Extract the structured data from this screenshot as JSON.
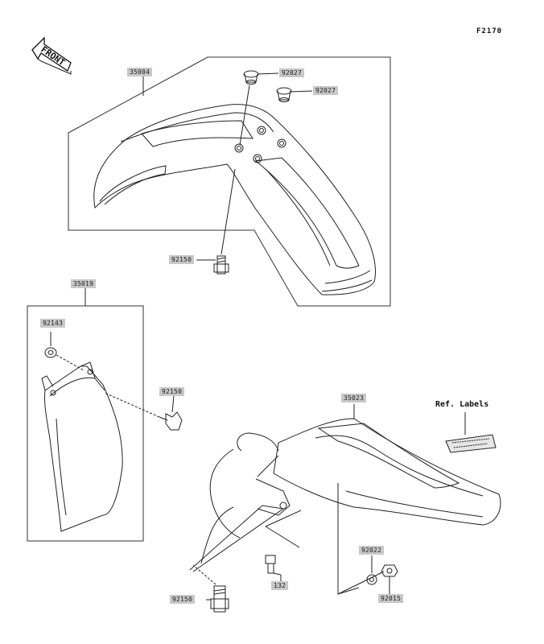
{
  "figure_id": "F2170",
  "front_label": "FRONT",
  "ref_labels": "Ref. Labels",
  "parts": [
    {
      "key": "p35004",
      "number": "35004"
    },
    {
      "key": "p92027a",
      "number": "92027"
    },
    {
      "key": "p92027b",
      "number": "92027"
    },
    {
      "key": "p92150a",
      "number": "92150"
    },
    {
      "key": "p35019",
      "number": "35019"
    },
    {
      "key": "p92143",
      "number": "92143"
    },
    {
      "key": "p92150b",
      "number": "92150"
    },
    {
      "key": "p35023",
      "number": "35023"
    },
    {
      "key": "p92022",
      "number": "92022"
    },
    {
      "key": "p132",
      "number": "132"
    },
    {
      "key": "p92015",
      "number": "92015"
    },
    {
      "key": "p92150c",
      "number": "92150"
    }
  ]
}
